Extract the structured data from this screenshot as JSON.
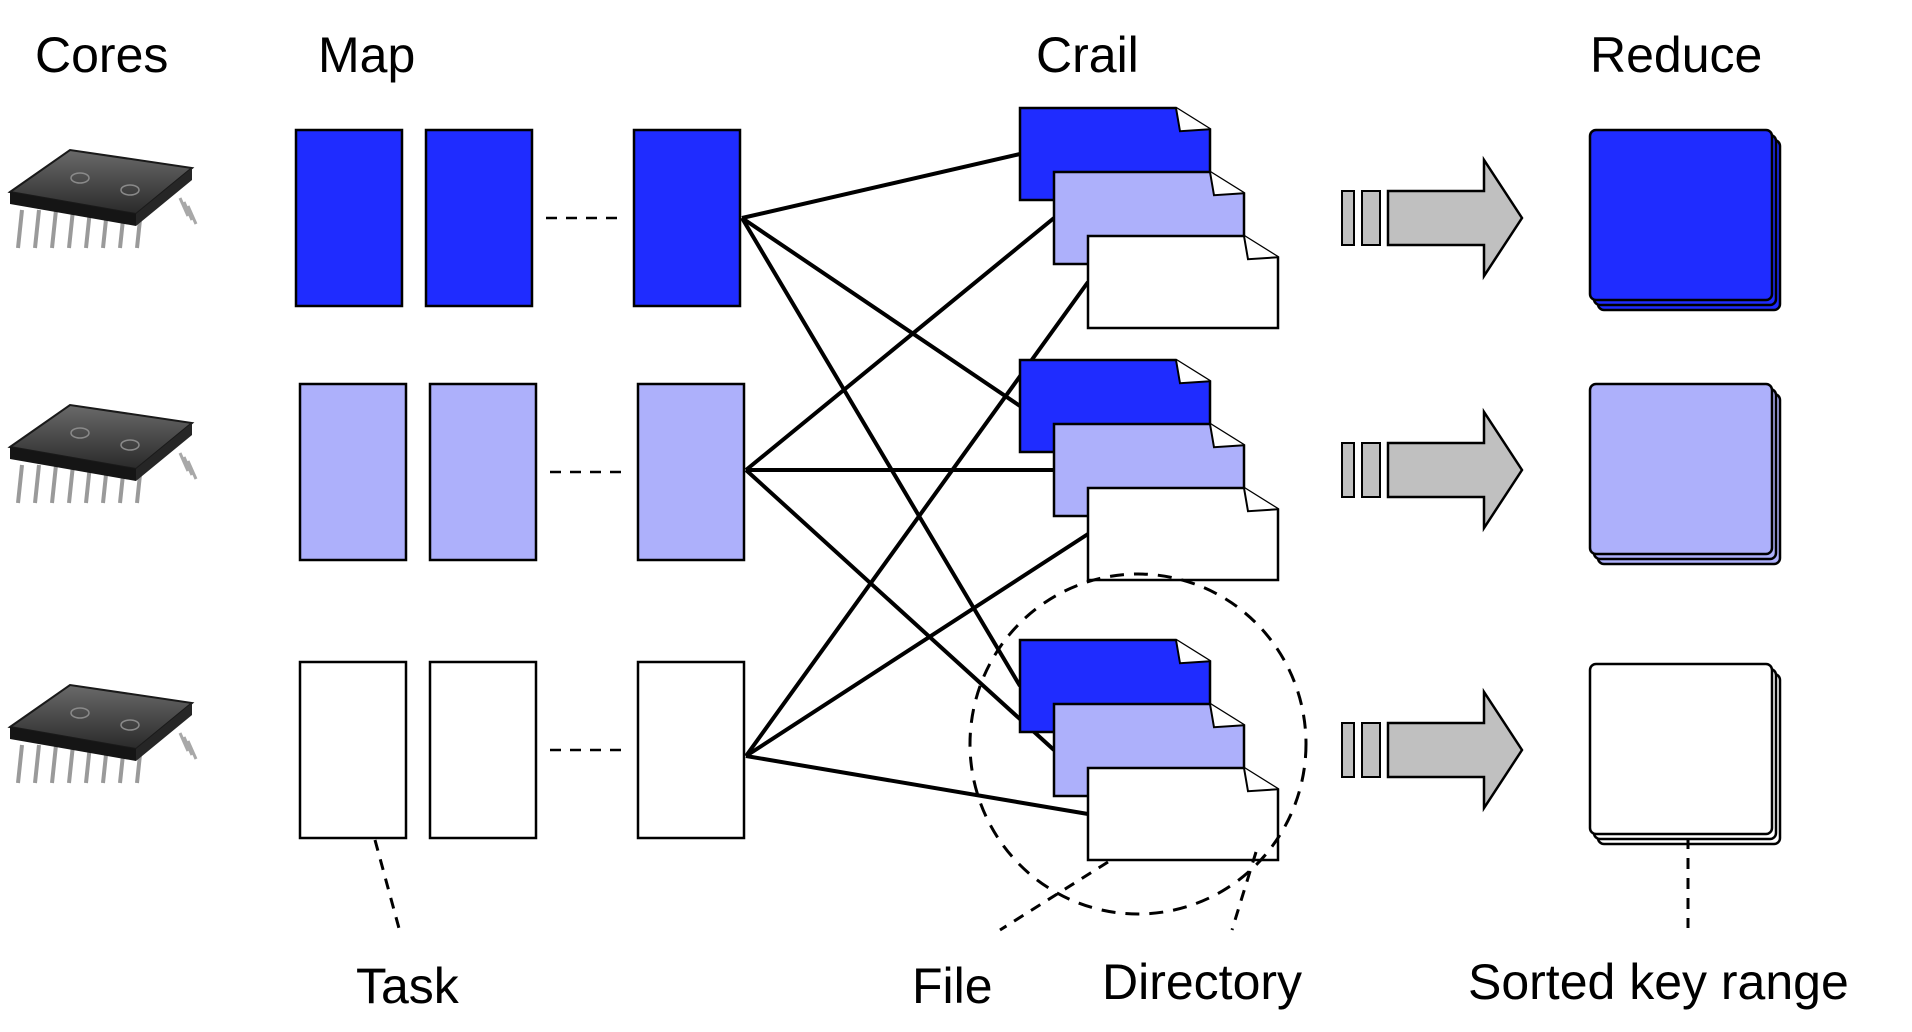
{
  "headers": {
    "cores": "Cores",
    "map": "Map",
    "crail": "Crail",
    "reduce": "Reduce"
  },
  "annotations": {
    "task": "Task",
    "file": "File",
    "directory": "Directory",
    "sorted_key_range": "Sorted key range"
  },
  "colors": {
    "dark_blue": "#1f2cff",
    "light_blue": "#adb0fb",
    "white": "#ffffff",
    "arrow_gray": "#c0c0c0",
    "stroke": "#000000"
  },
  "partitions": [
    "dark_blue",
    "light_blue",
    "white"
  ],
  "icons": {
    "core": "cpu-chip-icon",
    "file": "document-icon",
    "arrow": "right-arrow-icon"
  }
}
